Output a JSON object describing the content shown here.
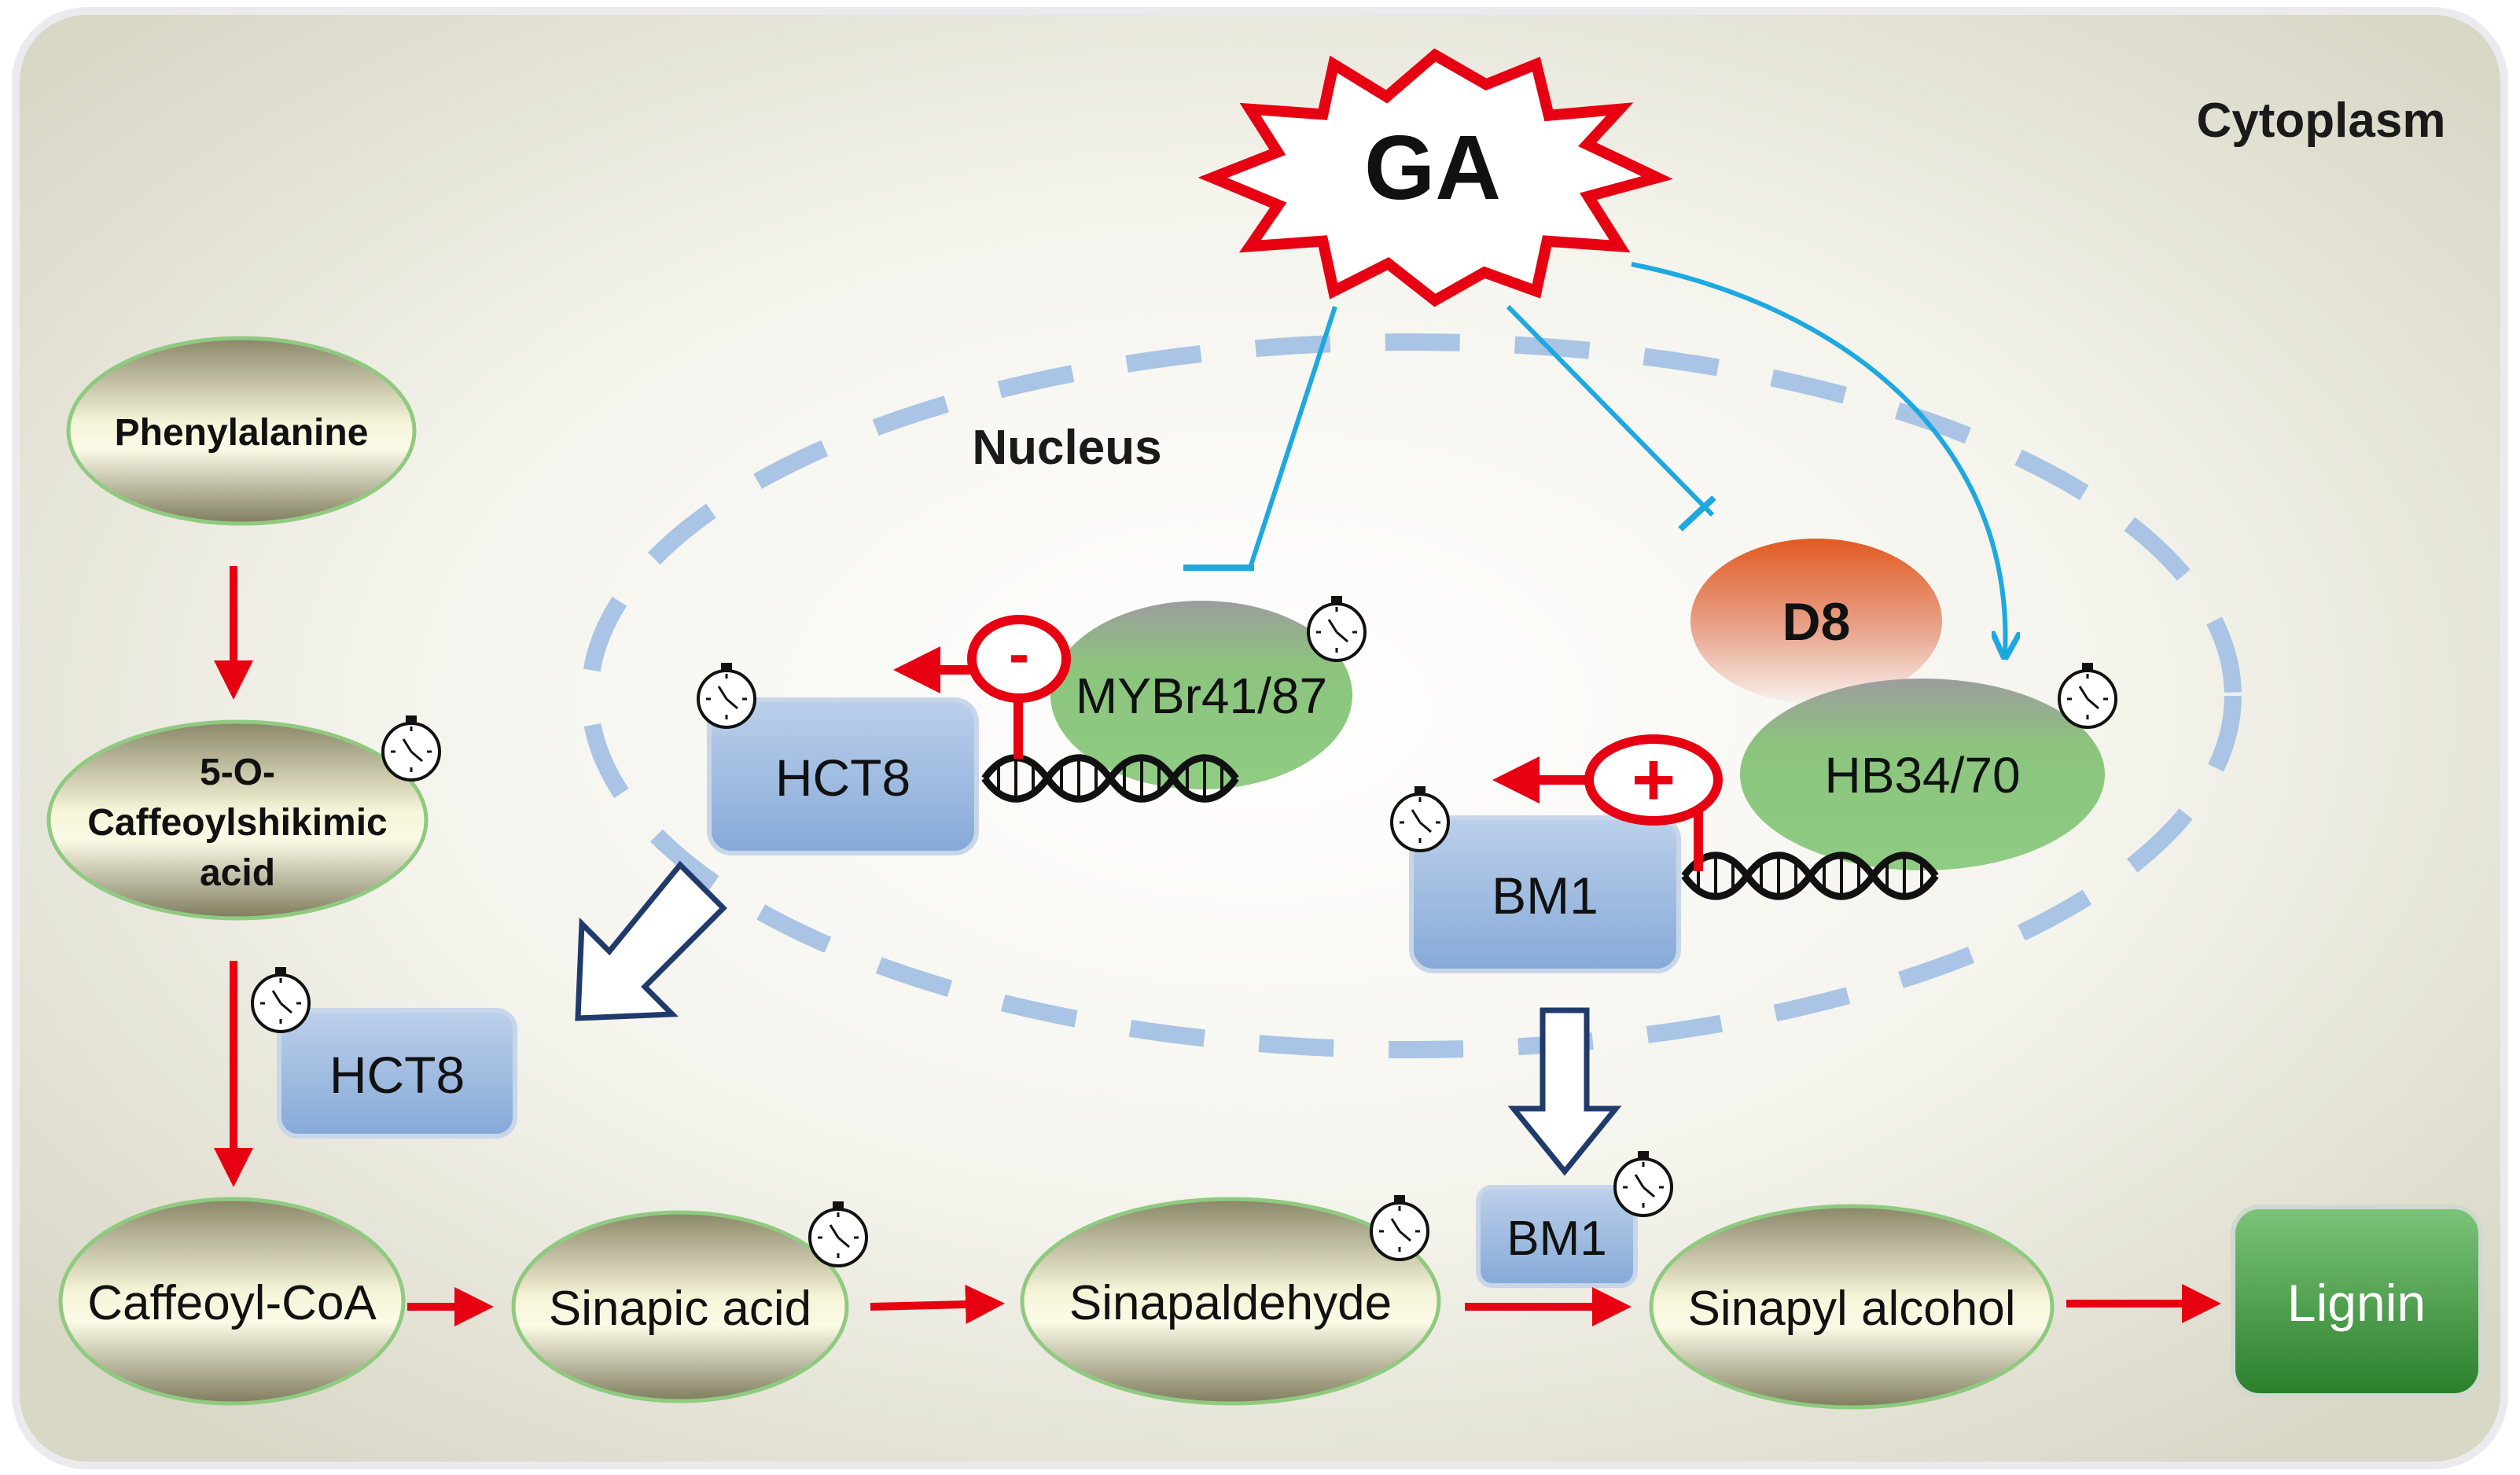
{
  "labels": {
    "cytoplasm": "Cytoplasm",
    "nucleus": "Nucleus",
    "signal": "GA"
  },
  "metabolites": {
    "phenylalanine": "Phenylalanine",
    "caffeoylshikimic_line1": "5-O-",
    "caffeoylshikimic_line2": "Caffeoylshikimic",
    "caffeoylshikimic_line3": "acid",
    "caffeoyl_coa": "Caffeoyl-CoA",
    "sinapic_acid": "Sinapic acid",
    "sinapaldehyde": "Sinapaldehyde",
    "sinapyl_alcohol": "Sinapyl alcohol",
    "lignin": "Lignin"
  },
  "regulators": {
    "mybr": "MYBr41/87",
    "d8": "D8",
    "hb": "HB34/70"
  },
  "genes": {
    "hct8_nucleus": "HCT8",
    "bm1_nucleus": "BM1",
    "hct8_cyto": "HCT8",
    "bm1_cyto": "BM1"
  },
  "regulation_signs": {
    "repress": "-",
    "activate": "+"
  },
  "icons": {
    "timer": "stopwatch-icon",
    "dna": "dna-helix-icon",
    "burst": "starburst-icon"
  },
  "colors": {
    "pathway_arrow": "#e60012",
    "ga_signal": "#1ea8e0",
    "nucleus_border": "#a9c4e4",
    "gene_box": "#8fb1dd",
    "tf_green": "#8fca80",
    "d8_orange": "#e2622a",
    "lignin_green": "#2f8a2f",
    "hollow_arrow": "#1f3a6b"
  }
}
